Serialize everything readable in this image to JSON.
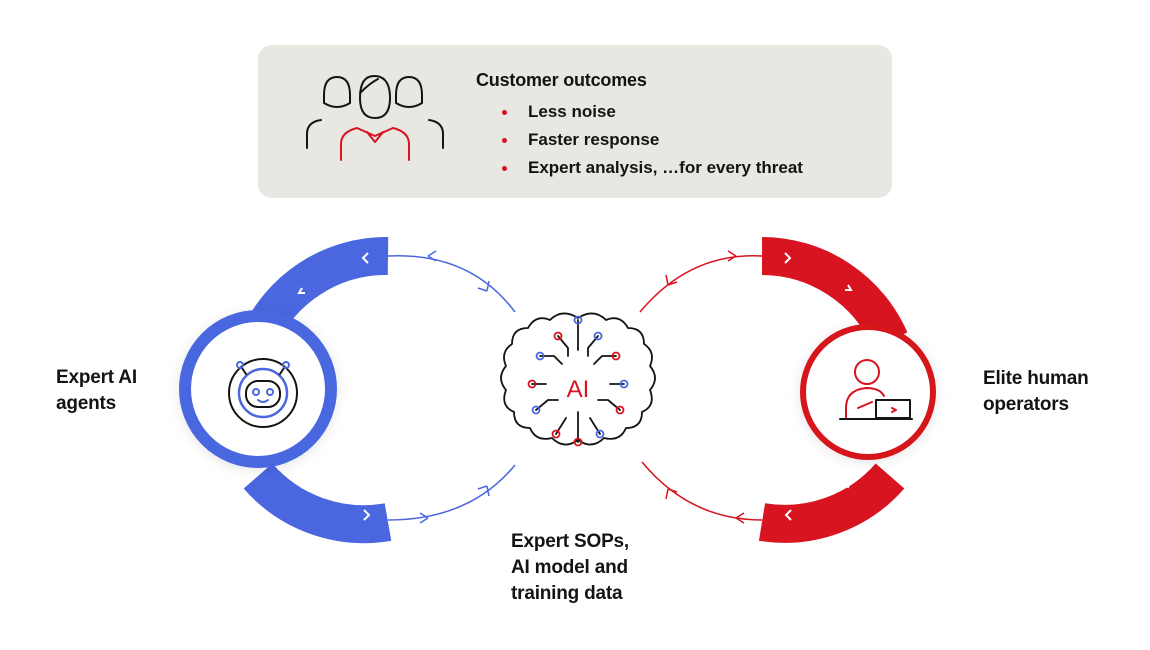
{
  "outcomes": {
    "title": "Customer outcomes",
    "items": [
      "Less noise",
      "Faster response",
      "Expert analysis, …for every threat"
    ]
  },
  "left_node": {
    "label_line1": "Expert AI",
    "label_line2": "agents",
    "icon": "robot-icon"
  },
  "right_node": {
    "label_line1": "Elite human",
    "label_line2": "operators",
    "icon": "person-laptop-icon"
  },
  "center_node": {
    "icon": "ai-brain-icon",
    "icon_text": "AI",
    "label_line1": "Expert SOPs,",
    "label_line2": "AI model and",
    "label_line3": "training data"
  },
  "colors": {
    "blue": "#4a67e0",
    "red": "#d7141f",
    "text": "#141414",
    "panel": "#e9e7e2"
  }
}
